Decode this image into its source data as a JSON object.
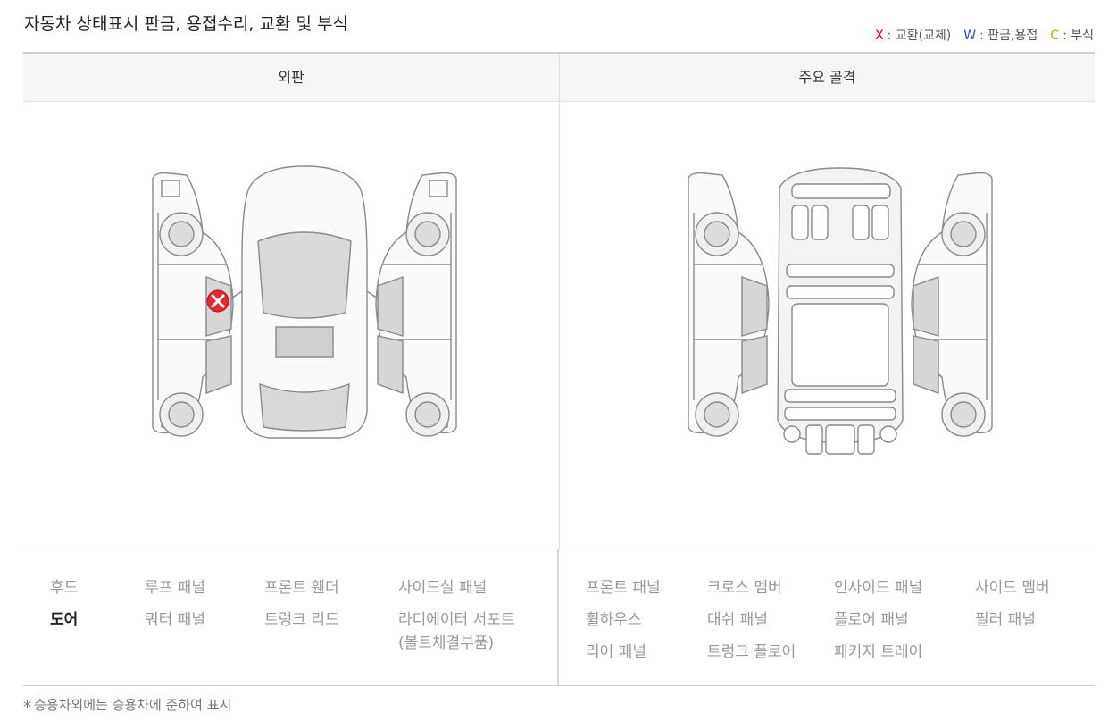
{
  "title": "자동차 상태표시 판금, 용접수리, 교환 및 부식",
  "legend": [
    {
      "key": "X",
      "sep": ":",
      "label": "교환(교체)",
      "color": "#d1000e"
    },
    {
      "key": "W",
      "sep": ":",
      "label": "판금,용접",
      "color": "#2d52a6"
    },
    {
      "key": "C",
      "sep": ":",
      "label": "부식",
      "color": "#c7a200"
    }
  ],
  "panels": {
    "left_title": "외판",
    "right_title": "주요 골격"
  },
  "marker": {
    "type": "X",
    "color": "#d1000e",
    "part": "도어"
  },
  "outer_parts": [
    {
      "label": "후드",
      "active": false
    },
    {
      "label": "루프 패널",
      "active": false
    },
    {
      "label": "프론트 휀더",
      "active": false
    },
    {
      "label": "사이드실 패널",
      "active": false
    },
    {
      "label": "도어",
      "active": true
    },
    {
      "label": "쿼터 패널",
      "active": false
    },
    {
      "label": "트렁크 리드",
      "active": false
    },
    {
      "label": "라디에이터 서포트",
      "active": false
    },
    {
      "label": "(볼트체결부품)",
      "active": false
    }
  ],
  "frame_parts": [
    {
      "label": "프론트 패널",
      "active": false
    },
    {
      "label": "크로스 멤버",
      "active": false
    },
    {
      "label": "인사이드 패널",
      "active": false
    },
    {
      "label": "사이드 멤버",
      "active": false
    },
    {
      "label": "휠하우스",
      "active": false
    },
    {
      "label": "대쉬 패널",
      "active": false
    },
    {
      "label": "플로어 패널",
      "active": false
    },
    {
      "label": "필러 패널",
      "active": false
    },
    {
      "label": "리어 패널",
      "active": false
    },
    {
      "label": "트렁크 플로어",
      "active": false
    },
    {
      "label": "패키지 트레이",
      "active": false
    }
  ],
  "footnote": {
    "star": "*",
    "text": "승용차외에는 승용차에 준하여 표시"
  }
}
